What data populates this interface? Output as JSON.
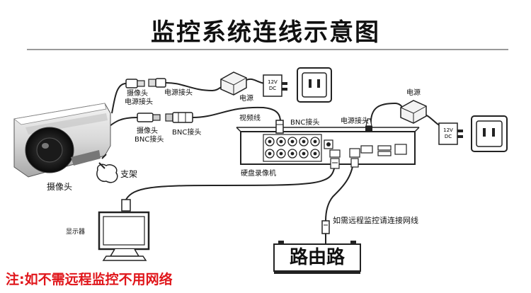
{
  "title": "监控系统连线示意图",
  "labels": {
    "camera_power_connector": [
      "摄像头",
      "电源接头"
    ],
    "power_connector": "电源接头",
    "power_supply_left": "电源",
    "camera_bnc_connector": [
      "摄像头",
      "BNC接头"
    ],
    "bnc_connector_top": "BNC接头",
    "video_cable": "视频线",
    "bnc_connector_dvr": "BNC接头",
    "dvr_power_connector": "电源接头",
    "power_supply_right": "电源",
    "dvr": "硬盘录像机",
    "camera": "摄像头",
    "bracket": "支架",
    "monitor": "显示器",
    "network_cable": "如需远程监控请连接网线",
    "router": "路由路"
  },
  "adapter_voltage": [
    "12V",
    "DC"
  ],
  "note": "注:如不需远程监控不用网络",
  "colors": {
    "note": "#e0161b",
    "line": "#222222",
    "rule": "#9a9a9a"
  }
}
